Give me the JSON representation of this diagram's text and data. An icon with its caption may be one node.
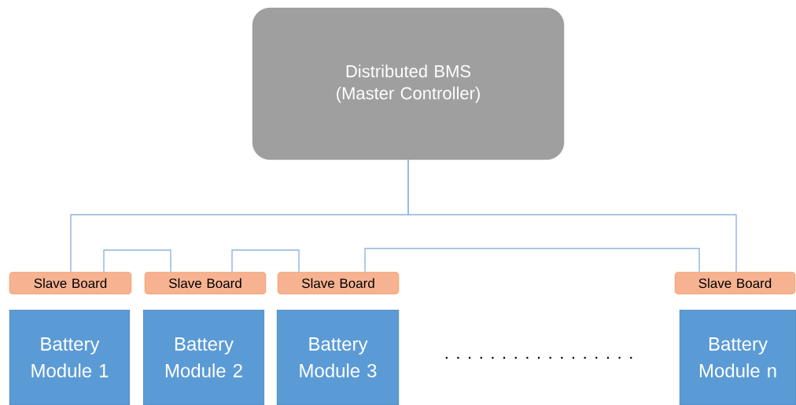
{
  "diagram": {
    "nodes": [
      {
        "text": [
          "Distributed BMS (Master Controller)"
        ]
      },
      {
        "text": [
          "Slave Board"
        ]
      },
      {
        "text": [
          "Slave Board"
        ]
      },
      {
        "text": [
          "Slave Board"
        ]
      },
      {
        "text": [
          "Slave Board"
        ]
      },
      {
        "text": [
          "Battery Module 1"
        ]
      },
      {
        "text": [
          "Battery Module 2"
        ]
      },
      {
        "text": [
          "Battery Module 3"
        ]
      },
      {
        "text": [
          "Battery Module n"
        ]
      }
    ],
    "edges": [
      {
        "from": 0,
        "to": 1,
        "arrow": "none"
      },
      {
        "from": 0,
        "to": 4,
        "arrow": "none"
      },
      {
        "from": 1,
        "to": 2,
        "arrow": "none"
      },
      {
        "from": 2,
        "to": 3,
        "arrow": "none"
      },
      {
        "from": 3,
        "to": 4,
        "arrow": "none"
      }
    ],
    "labels": [
      ". . . . . . . . . . . . . . . . ."
    ]
  }
}
